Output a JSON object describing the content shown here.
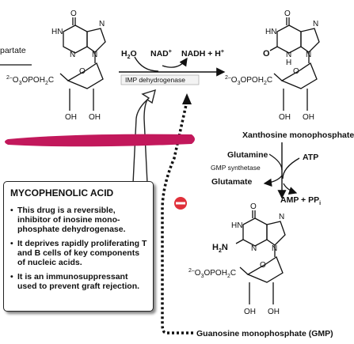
{
  "labels": {
    "aspartate": "partate",
    "h2o": "H",
    "h2o_sub": "2",
    "h2o_tail": "O",
    "nad": "NAD",
    "nad_sup": "+",
    "nadh": "NADH + H",
    "nadh_sup": "+",
    "enzyme1": "IMP dehydrogenase",
    "xmp": "Xanthosine monophosphate",
    "glutamine": "Glutamine",
    "atp": "ATP",
    "enzyme2": "GMP synthetase",
    "glutamate": "Glutamate",
    "amp_ppi": "AMP + PP",
    "amp_ppi_sub": "i",
    "gmp": "Guanosine monophosphate (GMP)",
    "phosphate": "OPOH",
    "phosphate_pre": "2–",
    "phosphate_mid": "O",
    "phosphate_sub3": "3",
    "phosphate_sub2": "2",
    "phosphate_c": "C",
    "oh": "OH",
    "atom_o": "O",
    "atom_n": "N",
    "atom_hn": "HN",
    "atom_h": "H",
    "h2n": "H",
    "h2n_sub": "2",
    "h2n_tail": "N",
    "minus": "−"
  },
  "callout": {
    "title": "MYCOPHENOLIC ACID",
    "items": [
      "This drug is a reversible, inhibitor of inosine mono-phosphate dehydrogenase.",
      "It deprives rapidly proliferating T and B cells of key components of nucleic acids.",
      "It is an immunosuppressant used to prevent graft rejection."
    ]
  },
  "colors": {
    "redaction": "#c2185b",
    "inhibitor": "#e0303a",
    "ink": "#111111"
  }
}
